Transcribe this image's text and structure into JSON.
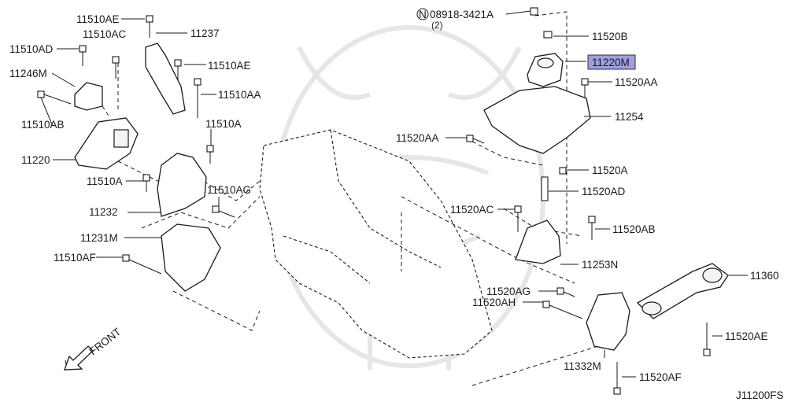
{
  "diagram_code": "J11200FS",
  "front_label": "FRONT",
  "nut_symbol": "N",
  "nut_qty": "(2)",
  "highlight_color": "#9e9ee0",
  "parts": {
    "p11510AE_top": "11510AE",
    "p11510AC": "11510AC",
    "p11237": "11237",
    "p11510AD": "11510AD",
    "p11510AE_mid": "11510AE",
    "p11246M": "11246M",
    "p11510AA_left": "11510AA",
    "p11510AB": "11510AB",
    "p11510A_right": "11510A",
    "p11220": "11220",
    "p11510A_left": "11510A",
    "p11510AG": "11510AG",
    "p11232": "11232",
    "p11231M": "11231M",
    "p11510AF": "11510AF",
    "p08918": "08918-3421A",
    "p11520B": "11520B",
    "p11220M": "11220M",
    "p11520AA_right": "11520AA",
    "p11254": "11254",
    "p11520AA_left": "11520AA",
    "p11520A": "11520A",
    "p11520AD": "11520AD",
    "p11520AC": "11520AC",
    "p11520AB": "11520AB",
    "p11253N": "11253N",
    "p11360": "11360",
    "p11520AG": "11520AG",
    "p11520AH": "11520AH",
    "p11520AE": "11520AE",
    "p11332M": "11332M",
    "p11520AF": "11520AF"
  }
}
